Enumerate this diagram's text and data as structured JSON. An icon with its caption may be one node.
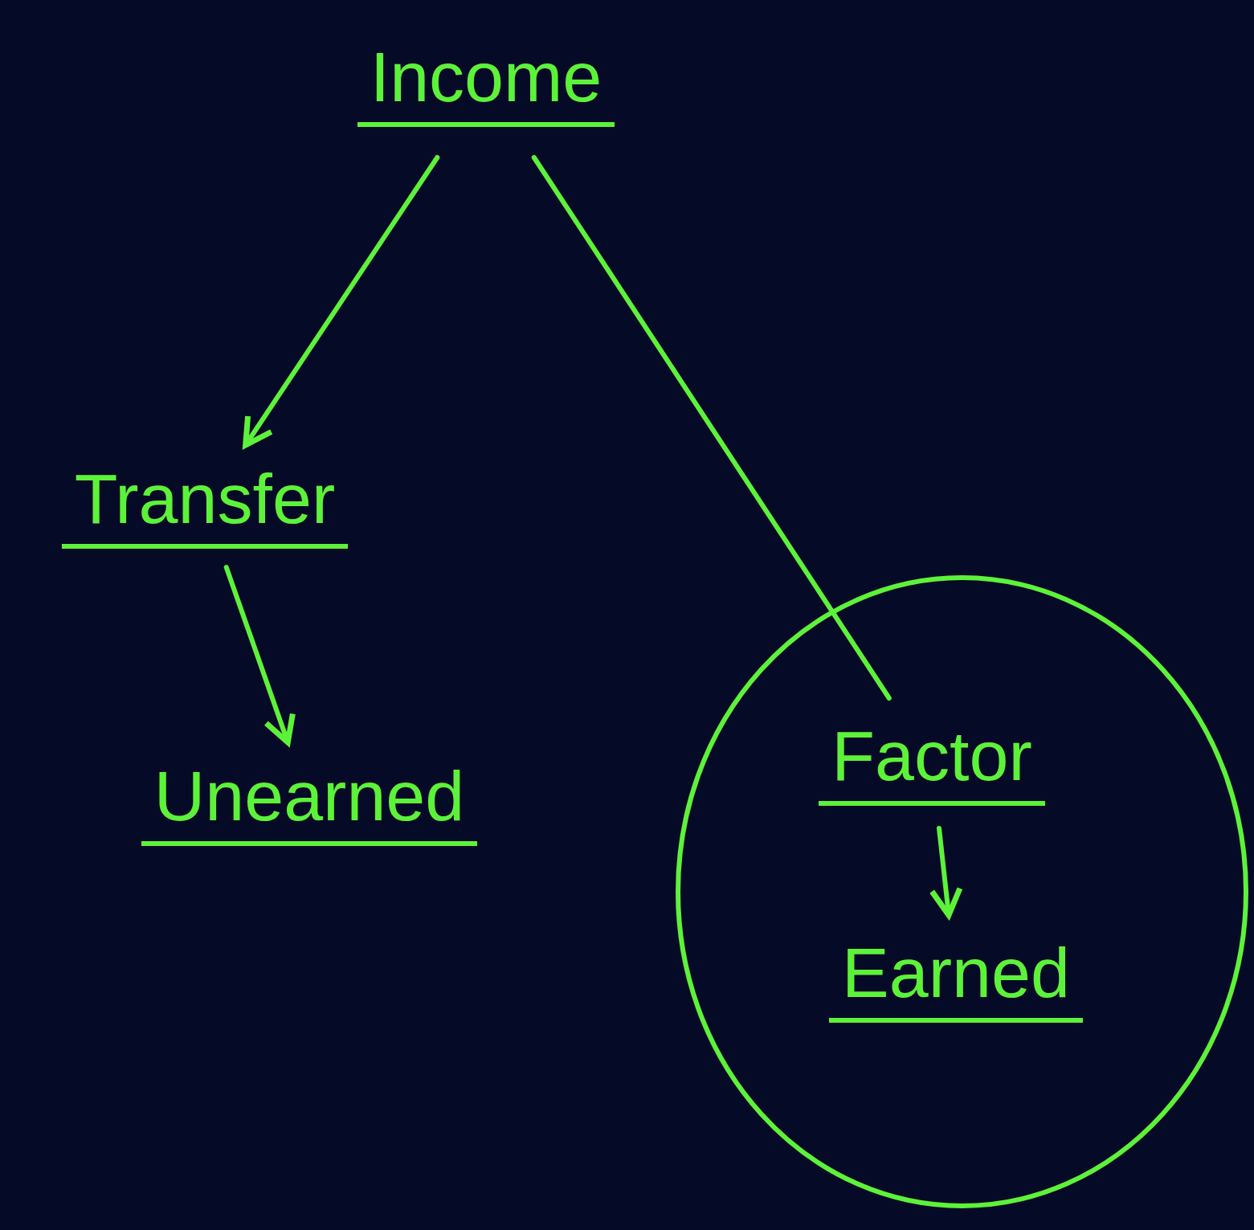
{
  "diagram": {
    "nodes": [
      {
        "text": [
          "Income"
        ]
      },
      {
        "text": [
          "Transfer"
        ]
      },
      {
        "text": [
          "Unearned"
        ]
      },
      {
        "text": [],
        "shape": "circle"
      },
      {
        "text": [
          "Factor"
        ],
        "in": 3
      },
      {
        "text": [
          "Earned"
        ],
        "in": 3
      }
    ],
    "edges": [
      {
        "from": 0,
        "to": 1,
        "arrow": "to"
      },
      {
        "from": 0,
        "to": 4,
        "arrow": "none"
      },
      {
        "from": 1,
        "to": 2,
        "arrow": "to"
      },
      {
        "from": 4,
        "to": 5,
        "arrow": "to"
      }
    ]
  }
}
